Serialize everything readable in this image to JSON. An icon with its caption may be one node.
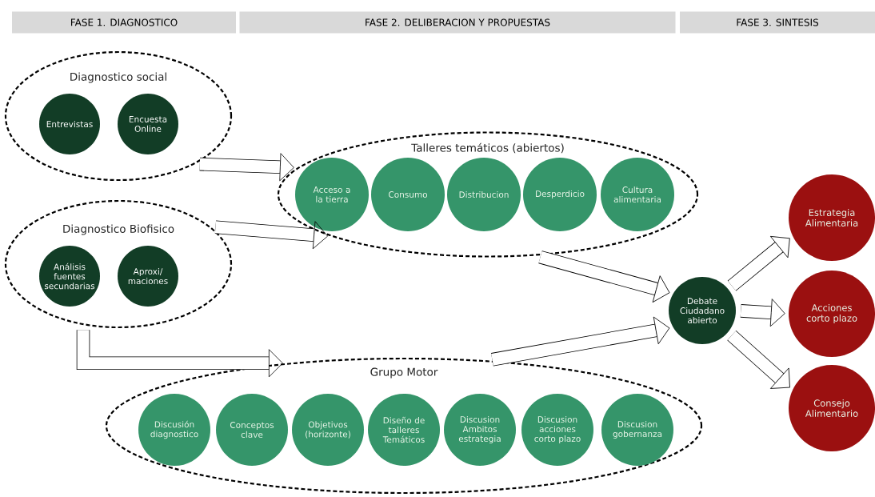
{
  "diagram": {
    "nodes": [
      {
        "text": [
          "FASE 1. DIAGNOSTICO"
        ]
      },
      {
        "text": [
          "FASE 2. DELIBERACION Y PROPUESTAS"
        ]
      },
      {
        "text": [
          "FASE 3. SINTESIS"
        ]
      },
      {
        "text": [
          "Diagnostico social"
        ]
      },
      {
        "text": [
          "Entrevistas"
        ],
        "in": 3
      },
      {
        "text": [
          "Encuesta Online"
        ],
        "in": 3
      },
      {
        "text": [
          "Diagnostico Biofisico"
        ]
      },
      {
        "text": [
          "Análisis fuentes secundarias"
        ],
        "in": 6
      },
      {
        "text": [
          "Aproxi/ maciones"
        ],
        "in": 6
      },
      {
        "text": [
          "Talleres temáticos (abiertos)"
        ]
      },
      {
        "text": [
          "Acceso a la tierra"
        ],
        "in": 9
      },
      {
        "text": [
          "Consumo"
        ],
        "in": 9
      },
      {
        "text": [
          "Distribucion"
        ],
        "in": 9
      },
      {
        "text": [
          "Desperdicio"
        ],
        "in": 9
      },
      {
        "text": [
          "Cultura alimentaria"
        ],
        "in": 9
      },
      {
        "text": [
          "Grupo Motor"
        ]
      },
      {
        "text": [
          "Discusión diagnostico"
        ],
        "in": 15
      },
      {
        "text": [
          "Conceptos clave"
        ],
        "in": 15
      },
      {
        "text": [
          "Objetivos (horizonte)"
        ],
        "in": 15
      },
      {
        "text": [
          "Diseño de talleres Temáticos"
        ],
        "in": 15
      },
      {
        "text": [
          "Discusion Ambitos estrategia"
        ],
        "in": 15
      },
      {
        "text": [
          "Discusion acciones corto plazo"
        ],
        "in": 15
      },
      {
        "text": [
          "Discusion gobernanza"
        ],
        "in": 15
      },
      {
        "text": [
          "Debate Ciudadano abierto"
        ]
      },
      {
        "text": [
          "Estrategia Alimentaria"
        ]
      },
      {
        "text": [
          "Acciones corto plazo"
        ]
      },
      {
        "text": [
          "Consejo Alimentario"
        ]
      }
    ],
    "edges": [
      {
        "from": 3,
        "to": 9,
        "arrow": "to"
      },
      {
        "from": 6,
        "to": 9,
        "arrow": "to"
      },
      {
        "from": 6,
        "to": 15,
        "arrow": "to"
      },
      {
        "from": 9,
        "to": 23,
        "arrow": "to"
      },
      {
        "from": 15,
        "to": 23,
        "arrow": "to"
      },
      {
        "from": 23,
        "to": 24,
        "arrow": "to"
      },
      {
        "from": 23,
        "to": 25,
        "arrow": "to"
      },
      {
        "from": 23,
        "to": 26,
        "arrow": "to"
      }
    ]
  }
}
